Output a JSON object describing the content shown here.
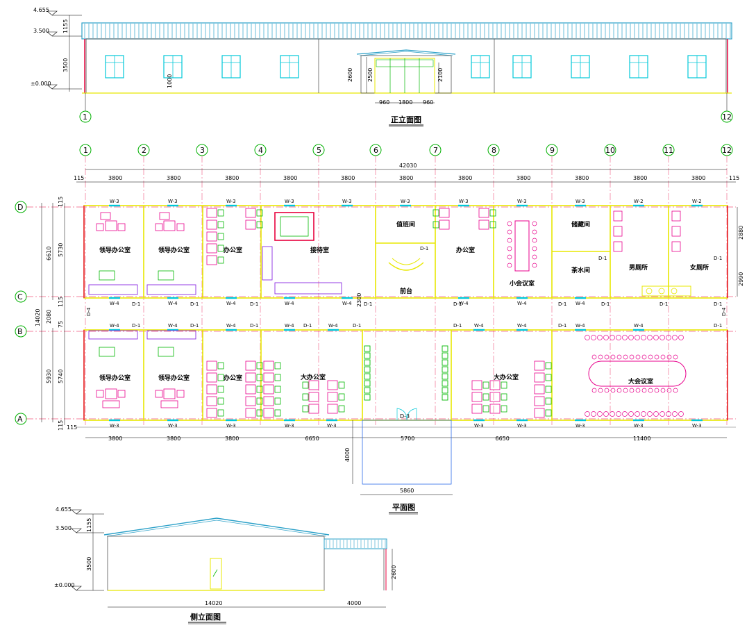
{
  "titles": {
    "front": "正立面图",
    "plan": "平面图",
    "side": "侧立面图"
  },
  "front_elevation": {
    "levels": [
      "4.655",
      "3.500",
      "±0.000"
    ],
    "vertical_dims": [
      "1155",
      "3500",
      "2600",
      "2500",
      "2100"
    ],
    "window_sill": "1000",
    "entrance_dims": [
      "960",
      "1800",
      "960"
    ],
    "end_axes": [
      "1",
      "12"
    ]
  },
  "plan": {
    "top_axes": [
      "1",
      "2",
      "3",
      "4",
      "5",
      "6",
      "7",
      "8",
      "9",
      "10",
      "11",
      "12"
    ],
    "row_axes": [
      "D",
      "C",
      "B",
      "A"
    ],
    "overall_width": "42030",
    "edge_offset": "115",
    "top_dims": [
      "3800",
      "3800",
      "3800",
      "3800",
      "3800",
      "3800",
      "3800",
      "3800",
      "3800",
      "3800",
      "3800"
    ],
    "bottom_dims": [
      "3800",
      "3800",
      "3800",
      "6650",
      "5700",
      "6650",
      "11400"
    ],
    "left_dims": [
      "115",
      "5730",
      "115",
      "2080",
      "75",
      "5740",
      "115"
    ],
    "left_totals": [
      "6610",
      "14020",
      "5930"
    ],
    "right_dims": [
      "2880",
      "2990"
    ],
    "internal_dims": [
      "2300"
    ],
    "porch_dims": [
      "4000",
      "5860"
    ],
    "windows": {
      "w2": "W-2",
      "w3": "W-3",
      "w4": "W-4"
    },
    "doors": {
      "d1": "D-1",
      "d3": "D-3",
      "d4": "D-4"
    },
    "rooms_top": [
      {
        "id": "leader-office-1",
        "label": "领导办公室"
      },
      {
        "id": "leader-office-2",
        "label": "领导办公室"
      },
      {
        "id": "office-1",
        "label": "办公室"
      },
      {
        "id": "reception",
        "label": "接待室"
      },
      {
        "id": "duty-room",
        "label": "值班间"
      },
      {
        "id": "front-desk",
        "label": "前台"
      },
      {
        "id": "office-2",
        "label": "办公室"
      },
      {
        "id": "small-meeting",
        "label": "小会议室"
      },
      {
        "id": "storage",
        "label": "储藏间"
      },
      {
        "id": "tea-room",
        "label": "茶水间"
      },
      {
        "id": "mens-wc",
        "label": "男厕所"
      },
      {
        "id": "womens-wc",
        "label": "女厕所"
      }
    ],
    "rooms_bottom": [
      {
        "id": "leader-office-3",
        "label": "领导办公室"
      },
      {
        "id": "leader-office-4",
        "label": "领导办公室"
      },
      {
        "id": "office-3",
        "label": "办公室"
      },
      {
        "id": "big-office-1",
        "label": "大办公室"
      },
      {
        "id": "big-office-2",
        "label": "大办公室"
      },
      {
        "id": "big-meeting",
        "label": "大会议室"
      }
    ]
  },
  "side_elevation": {
    "levels": [
      "4.655",
      "3.500",
      "±0.000"
    ],
    "vertical_dims": [
      "1155",
      "3500",
      "2600"
    ],
    "width_dims": [
      "14020",
      "4000"
    ]
  },
  "colors": {
    "roof": "#2aa0c8",
    "wall": "#e8e800",
    "window": "#00c8d8",
    "axis_circle": "#00b000",
    "magenta": "#e8008c",
    "green": "#00b800",
    "purple": "#8a2be2"
  }
}
